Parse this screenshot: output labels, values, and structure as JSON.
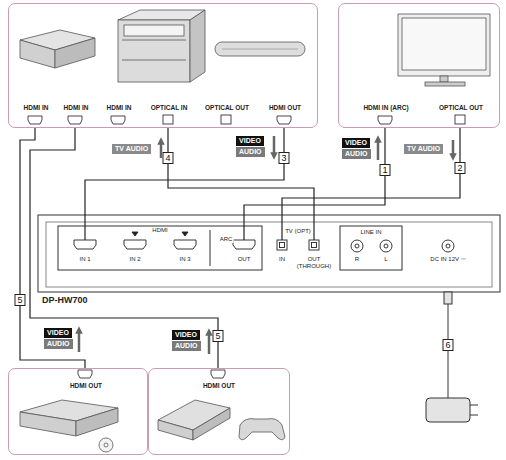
{
  "diagram": {
    "nodes": [
      {
        "text": [
          "HDMI IN",
          "HDMI IN",
          "HDMI IN",
          "OPTICAL IN",
          "OPTICAL OUT",
          "HDMI OUT"
        ]
      },
      {
        "text": [
          "HDMI IN (ARC)",
          "OPTICAL OUT"
        ]
      },
      {
        "text": [
          "DP-HW700",
          "HDMI",
          "IN 1",
          "IN 2",
          "IN 3",
          "ARC",
          "OUT",
          "TV (OPT)",
          "IN",
          "OUT (THROUGH)",
          "LINE IN",
          "R",
          "L",
          "DC IN 12V ⎓"
        ]
      },
      {
        "text": [
          "HDMI OUT"
        ]
      },
      {
        "text": [
          "HDMI OUT"
        ]
      }
    ],
    "edges": [
      {
        "from": 2,
        "to": 1,
        "arrow": "none",
        "label": "1"
      },
      {
        "from": 1,
        "to": 2,
        "arrow": "none",
        "label": "2"
      },
      {
        "from": 0,
        "to": 2,
        "arrow": "none",
        "label": "3"
      },
      {
        "from": 2,
        "to": 0,
        "arrow": "none",
        "label": "4"
      },
      {
        "from": 3,
        "to": 0,
        "arrow": "none",
        "label": "5"
      },
      {
        "from": 4,
        "to": 0,
        "arrow": "none",
        "label": "5"
      }
    ],
    "labels": [
      "VIDEO",
      "AUDIO",
      "VIDEO",
      "AUDIO",
      "TV AUDIO",
      "TV AUDIO",
      "VIDEO",
      "AUDIO",
      "VIDEO",
      "AUDIO",
      "6"
    ]
  }
}
